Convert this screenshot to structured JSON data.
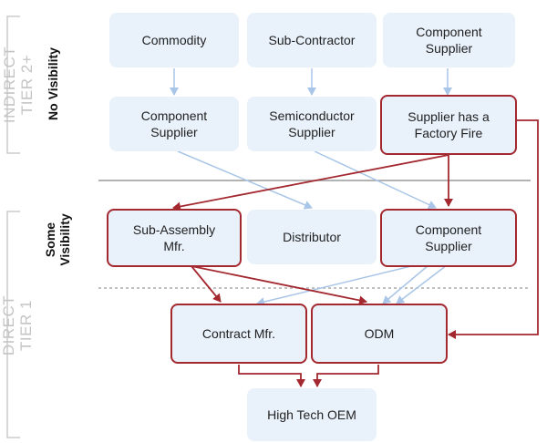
{
  "tiers": {
    "indirect": "INDIRECT\nTIER 2+",
    "direct": "DIRECT\nTIER 1"
  },
  "visibility": {
    "none": "No Visibility",
    "some": "Some\nVisibility"
  },
  "nodes": {
    "commodity": "Commodity",
    "sub_contractor": "Sub-Contractor",
    "component_supplier_top": "Component\nSupplier",
    "component_supplier_mid": "Component\nSupplier",
    "semiconductor_supplier": "Semiconductor\nSupplier",
    "factory_fire": "Supplier has a\nFactory Fire",
    "sub_assembly": "Sub-Assembly\nMfr.",
    "distributor": "Distributor",
    "component_supplier_t1": "Component\nSupplier",
    "contract_mfr": "Contract Mfr.",
    "odm": "ODM",
    "oem": "High Tech OEM"
  },
  "colors": {
    "box": "#e9f1fb",
    "highlight": "#a3282f",
    "flow": "#a9c6e8",
    "divider": "#9a9a9a",
    "tier_text": "#c4c4c4"
  }
}
